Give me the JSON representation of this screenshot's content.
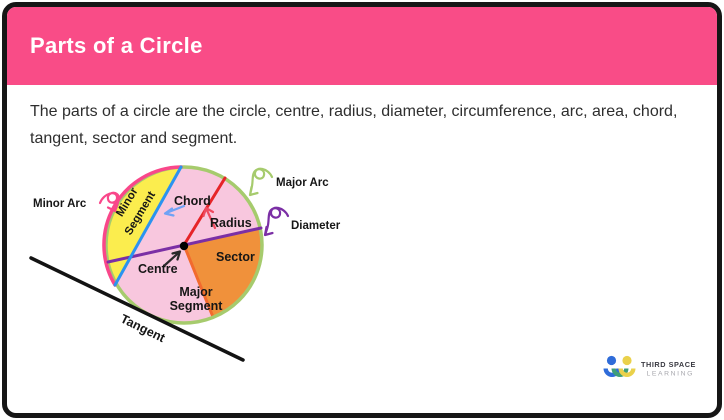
{
  "theme": {
    "card_bg": "#FFFFFF",
    "card_border": "#161616",
    "header_bg": "#F94C87",
    "header_text": "#FFFFFF",
    "body_text": "#2E2E2E",
    "label_text": "#161616"
  },
  "header": {
    "title": "Parts of a Circle"
  },
  "body": {
    "description": "The parts of a circle are the circle, centre, radius, diameter, circumference, arc, area, chord, tangent, sector and segment."
  },
  "diagram": {
    "labels": {
      "minor_arc": "Minor Arc",
      "major_arc": "Major Arc",
      "diameter": "Diameter",
      "chord": "Chord",
      "radius": "Radius",
      "centre": "Centre",
      "sector": "Sector",
      "major_segment_line1": "Major",
      "major_segment_line2": "Segment",
      "minor_segment_line1": "Minor",
      "minor_segment_line2": "Segment",
      "tangent": "Tangent"
    },
    "colors": {
      "circle_fill": "#F8C7DE",
      "minor_segment_fill": "#FBED4E",
      "sector_fill": "#F0913B",
      "sector_divider": "#F26A2E",
      "major_arc": "#A6CB6D",
      "minor_arc": "#F9478A",
      "chord": "#2B93F0",
      "diameter": "#7B2FA5",
      "radius": "#E62428",
      "tangent": "#131313",
      "centre_dot": "#000000",
      "chord_arrow": "#6FA2F5",
      "radius_arrow": "#EE4A5F",
      "centre_arrow": "#2A2A2A"
    }
  },
  "logo": {
    "line1": "THIRD SPACE",
    "line2": "LEARNING",
    "colors": {
      "blue": "#2F6CD9",
      "yellow": "#EAD14B",
      "teal": "#3E9E78",
      "text_primary": "#3A3A42",
      "text_secondary": "#A8A8AE"
    }
  }
}
